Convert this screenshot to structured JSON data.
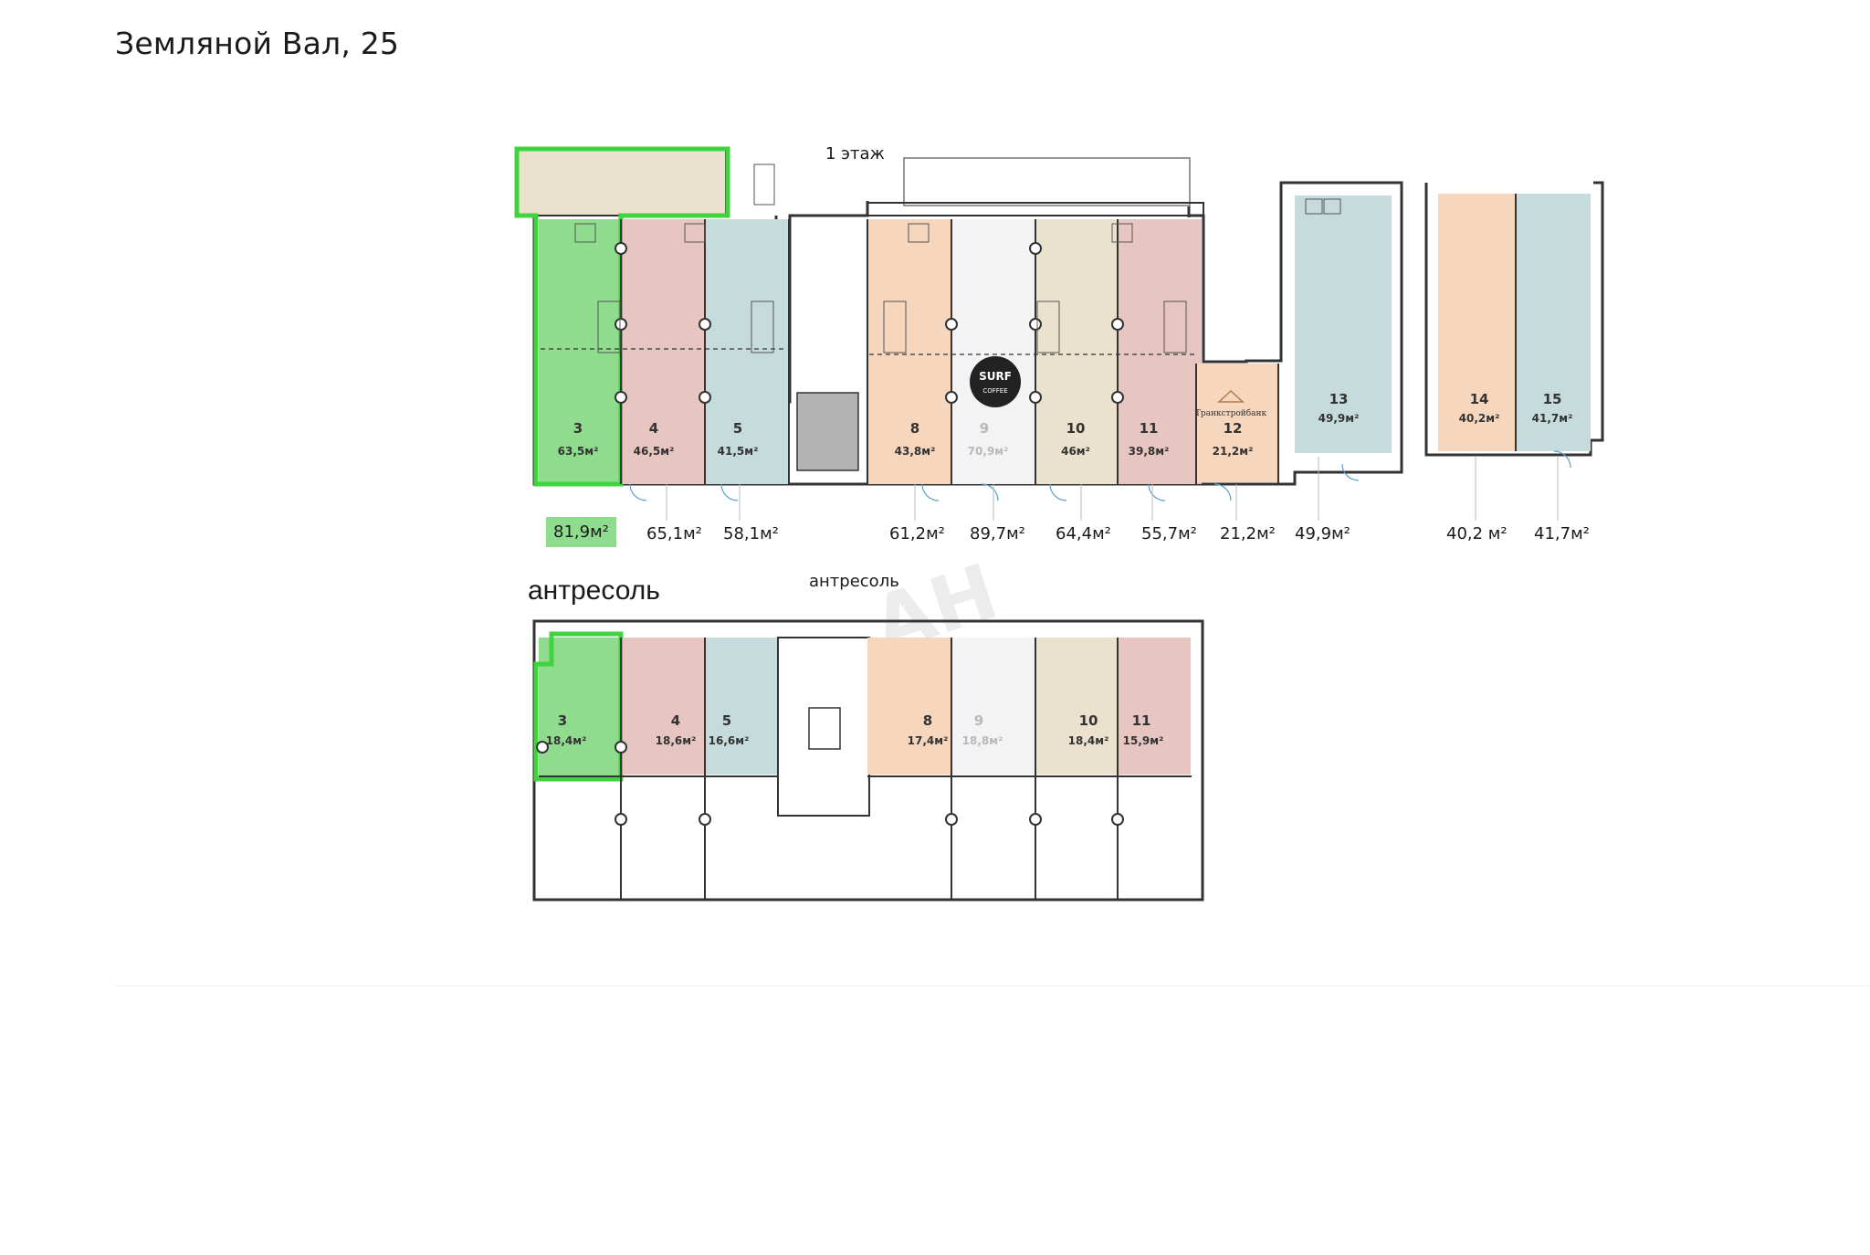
{
  "page": {
    "title": "Земляной Вал, 25",
    "floor_label": "1 этаж",
    "mezzanine_heading": "антресоль",
    "mezzanine_label": "антресоль",
    "watermark": "AH"
  },
  "colors": {
    "selected": "#8fdc8f",
    "selected_outline": "#3fd43f",
    "pink": "#e7c5c0",
    "teal": "#c6dbdb",
    "peach": "#f6d7be",
    "beige": "#eae2cc",
    "light": "#f3f3f3",
    "gray": "#b3b3b3"
  },
  "floor1_units": [
    {
      "num": "3",
      "area": "63,5м²"
    },
    {
      "num": "4",
      "area": "46,5м²"
    },
    {
      "num": "5",
      "area": "41,5м²"
    },
    {
      "num": "8",
      "area": "43,8м²"
    },
    {
      "num": "9",
      "area": "70,9м²"
    },
    {
      "num": "10",
      "area": "46м²"
    },
    {
      "num": "11",
      "area": "39,8м²"
    },
    {
      "num": "12",
      "area": "21,2м²"
    },
    {
      "num": "13",
      "area": "49,9м²"
    },
    {
      "num": "14",
      "area": "40,2м²"
    },
    {
      "num": "15",
      "area": "41,7м²"
    }
  ],
  "mezzanine_units": [
    {
      "num": "3",
      "area": "18,4м²"
    },
    {
      "num": "4",
      "area": "18,6м²"
    },
    {
      "num": "5",
      "area": "16,6м²"
    },
    {
      "num": "8",
      "area": "17,4м²"
    },
    {
      "num": "9",
      "area": "18,8м²"
    },
    {
      "num": "10",
      "area": "18,4м²"
    },
    {
      "num": "11",
      "area": "15,9м²"
    }
  ],
  "totals": [
    "81,9м²",
    "65,1м²",
    "58,1м²",
    "61,2м²",
    "89,7м²",
    "64,4м²",
    "55,7м²",
    "21,2м²",
    "49,9м²",
    "40,2 м²",
    "41,7м²"
  ],
  "tenant_logos": {
    "surf": "SURF",
    "surf_sub": "COFFEE",
    "bank": "Транкстройбанк"
  }
}
